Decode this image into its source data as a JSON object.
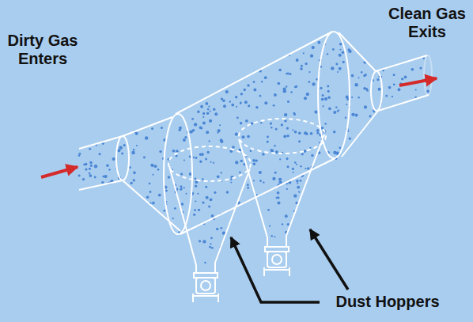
{
  "diagram": {
    "labels": [
      "Dirty Gas Enters",
      "Clean Gas Exits",
      "Dust Hoppers"
    ]
  }
}
